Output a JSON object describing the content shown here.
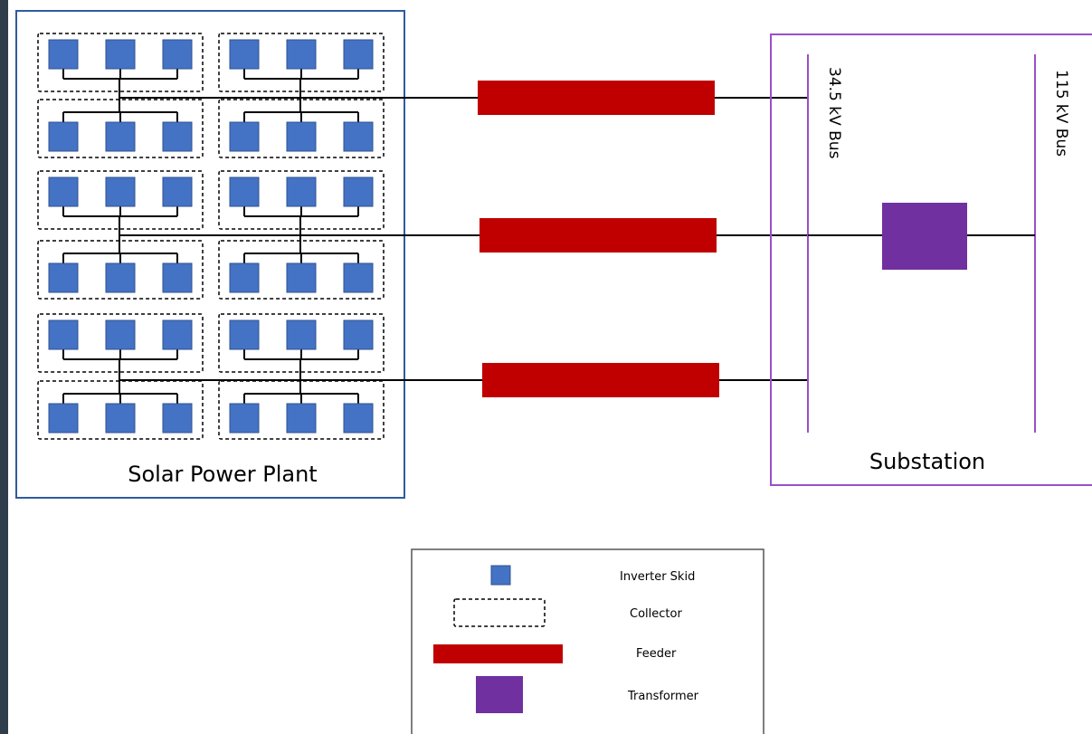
{
  "colors": {
    "left_strip": "#2f3e4a",
    "plant_border": "#2e5c9e",
    "inverter": "#4472c4",
    "inverter_border": "#2f528f",
    "feeder": "#c00000",
    "substation_border": "#9a4fc9",
    "transformer": "#7030a0",
    "line": "#000000"
  },
  "plant": {
    "label": "Solar Power Plant",
    "collector_rows": 6,
    "collector_cols": 2,
    "inverters_per_collector": 3
  },
  "feeders": {
    "count": 3
  },
  "substation": {
    "label": "Substation",
    "bus_low": "34.5 kV Bus",
    "bus_high": "115 kV Bus"
  },
  "legend": {
    "items": [
      {
        "symbol": "inverter",
        "label": "Inverter Skid"
      },
      {
        "symbol": "collector",
        "label": "Collector"
      },
      {
        "symbol": "feeder",
        "label": "Feeder"
      },
      {
        "symbol": "transformer",
        "label": "Transformer"
      }
    ]
  }
}
